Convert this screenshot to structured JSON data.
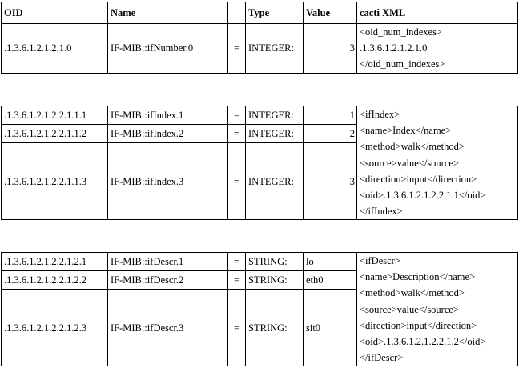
{
  "header": {
    "oid": "OID",
    "name": "Name",
    "type": "Type",
    "value": "Value",
    "xml": "cacti XML"
  },
  "group1": {
    "rows": [
      {
        "oid": ".1.3.6.1.2.1.2.1.0",
        "name": "IF-MIB::ifNumber.0",
        "eq": "=",
        "type": "INTEGER:",
        "value": "3"
      }
    ],
    "xml": [
      "<oid_num_indexes>",
      ".1.3.6.1.2.1.2.1.0",
      "</oid_num_indexes>"
    ]
  },
  "group2": {
    "rows": [
      {
        "oid": ".1.3.6.1.2.1.2.2.1.1.1",
        "name": "IF-MIB::ifIndex.1",
        "eq": "=",
        "type": "INTEGER:",
        "value": "1"
      },
      {
        "oid": ".1.3.6.1.2.1.2.2.1.1.2",
        "name": "IF-MIB::ifIndex.2",
        "eq": "=",
        "type": "INTEGER:",
        "value": "2"
      },
      {
        "oid": ".1.3.6.1.2.1.2.2.1.1.3",
        "name": "IF-MIB::ifIndex.3",
        "eq": "=",
        "type": "INTEGER:",
        "value": "3"
      }
    ],
    "xml": [
      "<ifIndex>",
      "<name>Index</name>",
      "<method>walk</method>",
      "<source>value</source>",
      "<direction>input</direction>",
      "<oid>.1.3.6.1.2.1.2.2.1.1</oid>",
      "</ifIndex>"
    ]
  },
  "group3": {
    "rows": [
      {
        "oid": ".1.3.6.1.2.1.2.2.1.2.1",
        "name": "IF-MIB::ifDescr.1",
        "eq": "=",
        "type": "STRING:",
        "value": "lo"
      },
      {
        "oid": ".1.3.6.1.2.1.2.2.1.2.2",
        "name": "IF-MIB::ifDescr.2",
        "eq": "=",
        "type": "STRING:",
        "value": "eth0"
      },
      {
        "oid": ".1.3.6.1.2.1.2.2.1.2.3",
        "name": "IF-MIB::ifDescr.3",
        "eq": "=",
        "type": "STRING:",
        "value": "sit0"
      }
    ],
    "xml": [
      "<ifDescr>",
      "<name>Description</name>",
      "<method>walk</method>",
      "<source>value</source>",
      "<direction>input</direction>",
      "<oid>.1.3.6.1.2.1.2.2.1.2</oid>",
      "</ifDescr>"
    ]
  }
}
